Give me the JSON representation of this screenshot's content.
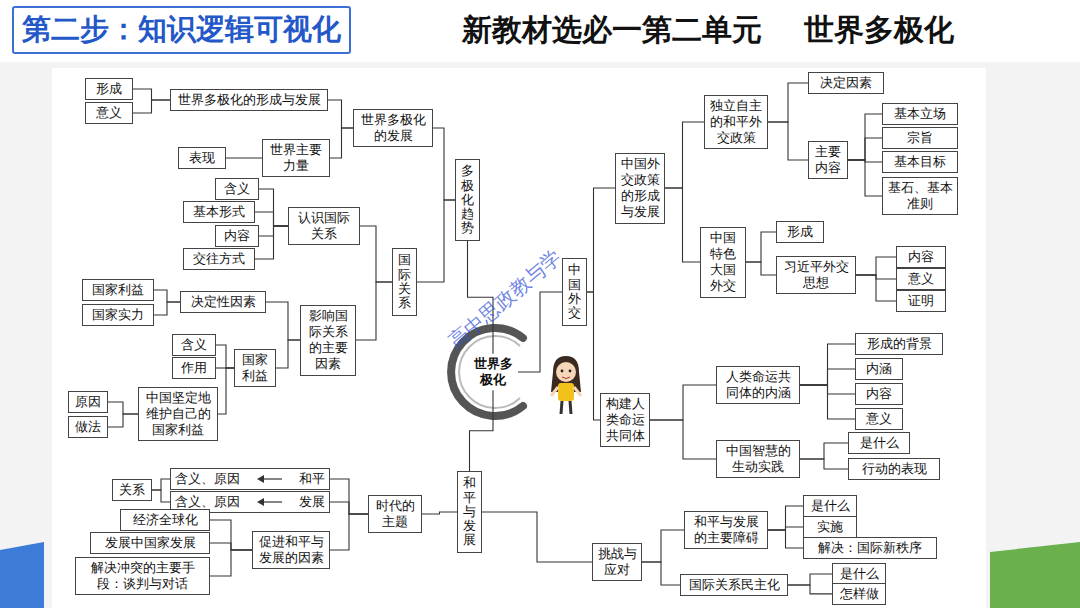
{
  "diagram": {
    "title": "新教材选必一第二单元    世界多极化",
    "nodes": [
      {
        "text": [
          "世界多极化"
        ]
      },
      {
        "text": [
          "多极化趋势"
        ]
      },
      {
        "text": [
          "世界多极化的发展"
        ]
      },
      {
        "text": [
          "世界多极化的形成与发展"
        ]
      },
      {
        "text": [
          "形成"
        ]
      },
      {
        "text": [
          "意义"
        ]
      },
      {
        "text": [
          "世界主要力量"
        ]
      },
      {
        "text": [
          "表现"
        ]
      },
      {
        "text": [
          "国际关系"
        ]
      },
      {
        "text": [
          "认识国际关系"
        ]
      },
      {
        "text": [
          "含义"
        ]
      },
      {
        "text": [
          "基本形式"
        ]
      },
      {
        "text": [
          "内容"
        ]
      },
      {
        "text": [
          "交往方式"
        ]
      },
      {
        "text": [
          "影响国际关系的主要因素"
        ]
      },
      {
        "text": [
          "决定性因素"
        ]
      },
      {
        "text": [
          "国家利益"
        ]
      },
      {
        "text": [
          "国家实力"
        ]
      },
      {
        "text": [
          "国家利益"
        ]
      },
      {
        "text": [
          "含义"
        ]
      },
      {
        "text": [
          "作用"
        ]
      },
      {
        "text": [
          "中国坚定地维护自己的国家利益"
        ]
      },
      {
        "text": [
          "原因"
        ]
      },
      {
        "text": [
          "做法"
        ]
      },
      {
        "text": [
          "和平与发展"
        ]
      },
      {
        "text": [
          "时代的主题"
        ]
      },
      {
        "text": [
          "含义、原因",
          "和平"
        ]
      },
      {
        "text": [
          "含义、原因",
          "发展"
        ]
      },
      {
        "text": [
          "关系"
        ]
      },
      {
        "text": [
          "促进和平与发展的因素"
        ]
      },
      {
        "text": [
          "经济全球化"
        ]
      },
      {
        "text": [
          "发展中国家发展"
        ]
      },
      {
        "text": [
          "解决冲突的主要手段：谈判与对话"
        ]
      },
      {
        "text": [
          "中国外交"
        ]
      },
      {
        "text": [
          "中国外交政策的形成与发展"
        ]
      },
      {
        "text": [
          "独立自主的和平外交政策"
        ]
      },
      {
        "text": [
          "决定因素"
        ]
      },
      {
        "text": [
          "主要内容"
        ]
      },
      {
        "text": [
          "基本立场"
        ]
      },
      {
        "text": [
          "宗旨"
        ]
      },
      {
        "text": [
          "基本目标"
        ]
      },
      {
        "text": [
          "基石、基本准则"
        ]
      },
      {
        "text": [
          "中国特色大国外交"
        ]
      },
      {
        "text": [
          "形成"
        ]
      },
      {
        "text": [
          "习近平外交思想"
        ]
      },
      {
        "text": [
          "内容"
        ]
      },
      {
        "text": [
          "意义"
        ]
      },
      {
        "text": [
          "证明"
        ]
      },
      {
        "text": [
          "构建人类命运共同体"
        ]
      },
      {
        "text": [
          "人类命运共同体的内涵"
        ]
      },
      {
        "text": [
          "形成的背景"
        ]
      },
      {
        "text": [
          "内涵"
        ]
      },
      {
        "text": [
          "内容"
        ]
      },
      {
        "text": [
          "意义"
        ]
      },
      {
        "text": [
          "中国智慧的生动实践"
        ]
      },
      {
        "text": [
          "是什么"
        ]
      },
      {
        "text": [
          "行动的表现"
        ]
      },
      {
        "text": [
          "挑战与应对"
        ]
      },
      {
        "text": [
          "和平与发展的主要障碍"
        ]
      },
      {
        "text": [
          "是什么"
        ]
      },
      {
        "text": [
          "实施"
        ]
      },
      {
        "text": [
          "解决：国际新秩序"
        ]
      },
      {
        "text": [
          "国际关系民主化"
        ]
      },
      {
        "text": [
          "是什么"
        ]
      },
      {
        "text": [
          "怎样做"
        ]
      }
    ],
    "edges": [
      {
        "from": 0,
        "to": 1,
        "arrow": "none"
      },
      {
        "from": 0,
        "to": 24,
        "arrow": "none"
      },
      {
        "from": 0,
        "to": 33,
        "arrow": "none"
      },
      {
        "from": 1,
        "to": 2,
        "arrow": "none"
      },
      {
        "from": 1,
        "to": 8,
        "arrow": "none"
      },
      {
        "from": 2,
        "to": 3,
        "arrow": "none"
      },
      {
        "from": 2,
        "to": 6,
        "arrow": "none"
      },
      {
        "from": 3,
        "to": 4,
        "arrow": "none"
      },
      {
        "from": 3,
        "to": 5,
        "arrow": "none"
      },
      {
        "from": 6,
        "to": 7,
        "arrow": "none"
      },
      {
        "from": 8,
        "to": 9,
        "arrow": "none"
      },
      {
        "from": 8,
        "to": 14,
        "arrow": "none"
      },
      {
        "from": 9,
        "to": 10,
        "arrow": "none"
      },
      {
        "from": 9,
        "to": 11,
        "arrow": "none"
      },
      {
        "from": 9,
        "to": 12,
        "arrow": "none"
      },
      {
        "from": 9,
        "to": 13,
        "arrow": "none"
      },
      {
        "from": 14,
        "to": 15,
        "arrow": "none"
      },
      {
        "from": 14,
        "to": 18,
        "arrow": "none"
      },
      {
        "from": 15,
        "to": 16,
        "arrow": "none"
      },
      {
        "from": 15,
        "to": 17,
        "arrow": "none"
      },
      {
        "from": 18,
        "to": 19,
        "arrow": "none"
      },
      {
        "from": 18,
        "to": 20,
        "arrow": "none"
      },
      {
        "from": 18,
        "to": 21,
        "arrow": "none"
      },
      {
        "from": 21,
        "to": 22,
        "arrow": "none"
      },
      {
        "from": 21,
        "to": 23,
        "arrow": "none"
      },
      {
        "from": 24,
        "to": 25,
        "arrow": "none"
      },
      {
        "from": 24,
        "to": 57,
        "arrow": "none"
      },
      {
        "from": 25,
        "to": 26,
        "arrow": "none"
      },
      {
        "from": 25,
        "to": 27,
        "arrow": "none"
      },
      {
        "from": 25,
        "to": 29,
        "arrow": "none"
      },
      {
        "from": 28,
        "to": 26,
        "arrow": "none"
      },
      {
        "from": 28,
        "to": 27,
        "arrow": "none"
      },
      {
        "from": 29,
        "to": 30,
        "arrow": "none"
      },
      {
        "from": 29,
        "to": 31,
        "arrow": "none"
      },
      {
        "from": 29,
        "to": 32,
        "arrow": "none"
      },
      {
        "from": 33,
        "to": 34,
        "arrow": "none"
      },
      {
        "from": 33,
        "to": 48,
        "arrow": "none"
      },
      {
        "from": 34,
        "to": 35,
        "arrow": "none"
      },
      {
        "from": 34,
        "to": 42,
        "arrow": "none"
      },
      {
        "from": 35,
        "to": 36,
        "arrow": "none"
      },
      {
        "from": 35,
        "to": 37,
        "arrow": "none"
      },
      {
        "from": 37,
        "to": 38,
        "arrow": "none"
      },
      {
        "from": 37,
        "to": 39,
        "arrow": "none"
      },
      {
        "from": 37,
        "to": 40,
        "arrow": "none"
      },
      {
        "from": 37,
        "to": 41,
        "arrow": "none"
      },
      {
        "from": 42,
        "to": 43,
        "arrow": "none"
      },
      {
        "from": 42,
        "to": 44,
        "arrow": "none"
      },
      {
        "from": 44,
        "to": 45,
        "arrow": "none"
      },
      {
        "from": 44,
        "to": 46,
        "arrow": "none"
      },
      {
        "from": 44,
        "to": 47,
        "arrow": "none"
      },
      {
        "from": 48,
        "to": 49,
        "arrow": "none"
      },
      {
        "from": 48,
        "to": 54,
        "arrow": "none"
      },
      {
        "from": 49,
        "to": 50,
        "arrow": "none"
      },
      {
        "from": 49,
        "to": 51,
        "arrow": "none"
      },
      {
        "from": 49,
        "to": 52,
        "arrow": "none"
      },
      {
        "from": 49,
        "to": 53,
        "arrow": "none"
      },
      {
        "from": 54,
        "to": 55,
        "arrow": "none"
      },
      {
        "from": 54,
        "to": 56,
        "arrow": "none"
      },
      {
        "from": 57,
        "to": 58,
        "arrow": "none"
      },
      {
        "from": 57,
        "to": 62,
        "arrow": "none"
      },
      {
        "from": 58,
        "to": 59,
        "arrow": "none"
      },
      {
        "from": 58,
        "to": 60,
        "arrow": "none"
      },
      {
        "from": 58,
        "to": 61,
        "arrow": "none"
      },
      {
        "from": 62,
        "to": 63,
        "arrow": "none"
      },
      {
        "from": 62,
        "to": 64,
        "arrow": "none"
      }
    ],
    "labels": [
      "第二步：知识逻辑可视化",
      "高中思政教与学"
    ]
  }
}
